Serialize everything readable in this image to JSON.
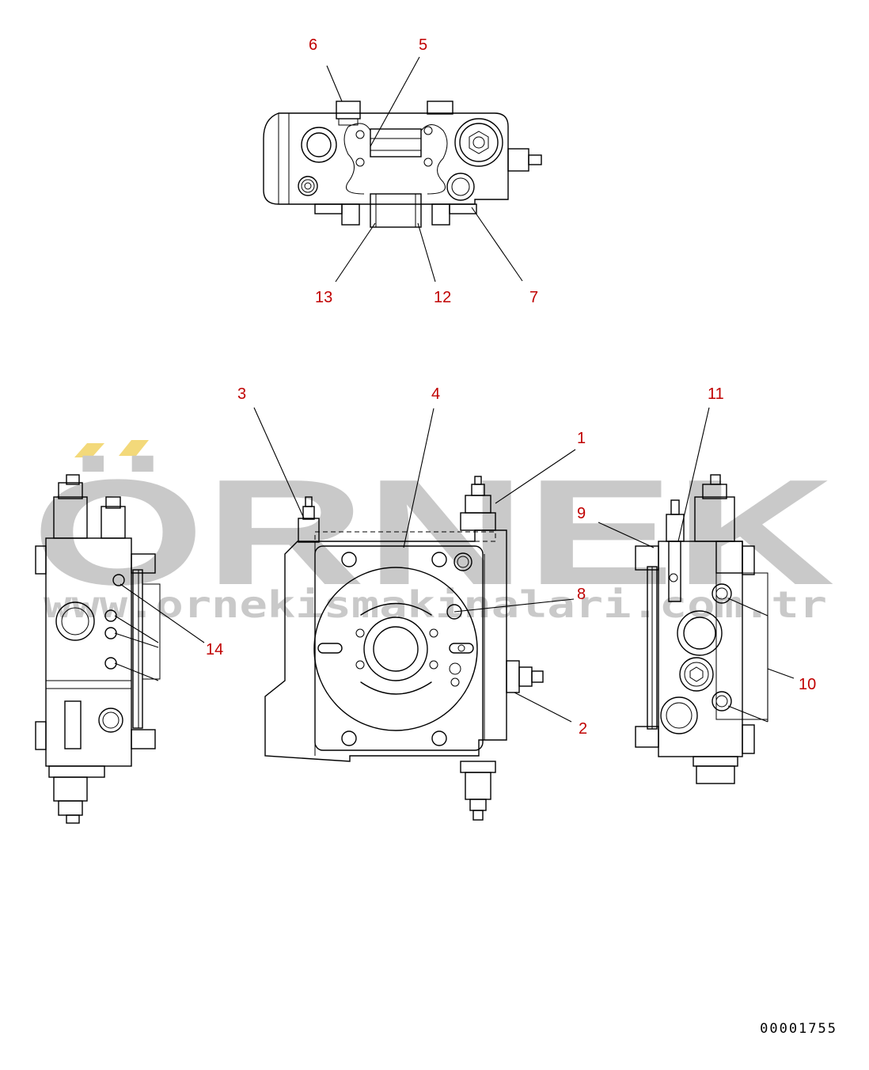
{
  "watermark": {
    "brand": "ÖRNEK",
    "url": "www.ornekismakinalari.com.tr",
    "accent_color": "#f3d97a",
    "text_color": "#c9c9c9"
  },
  "document_number": "00001755",
  "callouts": {
    "c1": "1",
    "c2": "2",
    "c3": "3",
    "c4": "4",
    "c5": "5",
    "c6": "6",
    "c7": "7",
    "c8": "8",
    "c9": "9",
    "c10": "10",
    "c11": "11",
    "c12": "12",
    "c13": "13",
    "c14": "14"
  },
  "colors": {
    "callout": "#c00000",
    "line": "#000000",
    "background": "#ffffff"
  }
}
